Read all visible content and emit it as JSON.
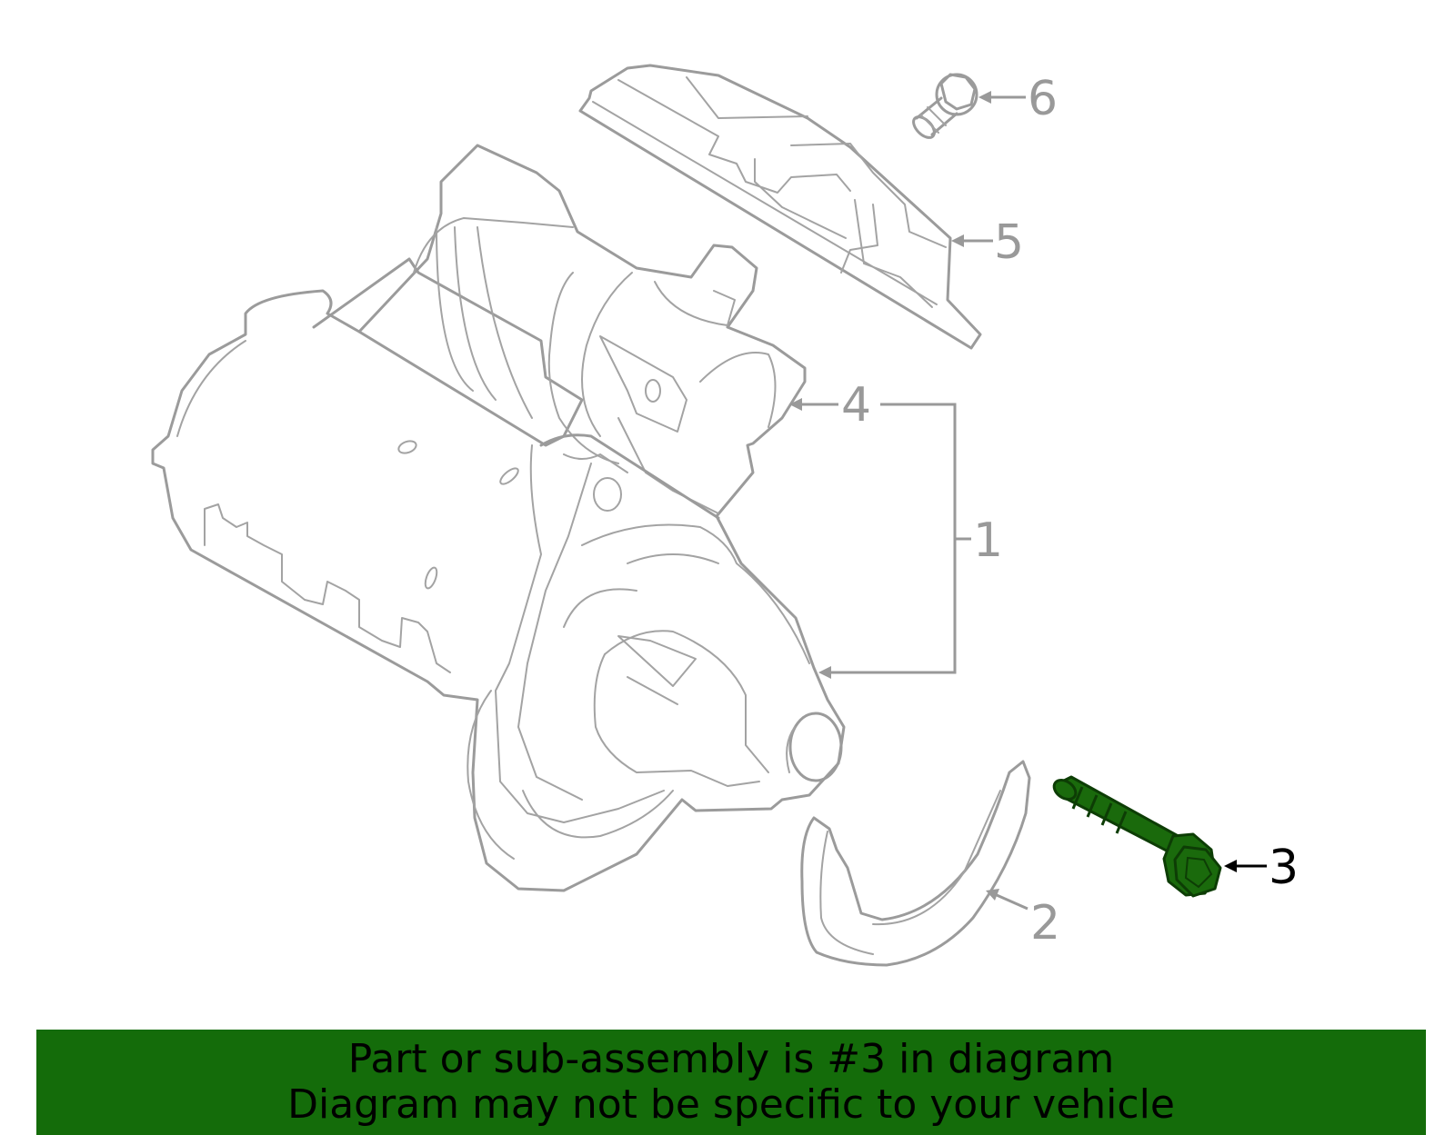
{
  "colors": {
    "highlight": "#1a6a0c",
    "highlight_dark": "#0d3d05",
    "banner_bg": "#146c0a",
    "linework": "#9b9b9b"
  },
  "callouts": [
    {
      "id": "1",
      "label": "1",
      "highlighted": false
    },
    {
      "id": "2",
      "label": "2",
      "highlighted": false
    },
    {
      "id": "3",
      "label": "3",
      "highlighted": true
    },
    {
      "id": "4",
      "label": "4",
      "highlighted": false
    },
    {
      "id": "5",
      "label": "5",
      "highlighted": false
    },
    {
      "id": "6",
      "label": "6",
      "highlighted": false
    }
  ],
  "banner": {
    "line1": "Part or sub-assembly is #3 in diagram",
    "line2": "Diagram may not be specific to your vehicle"
  }
}
